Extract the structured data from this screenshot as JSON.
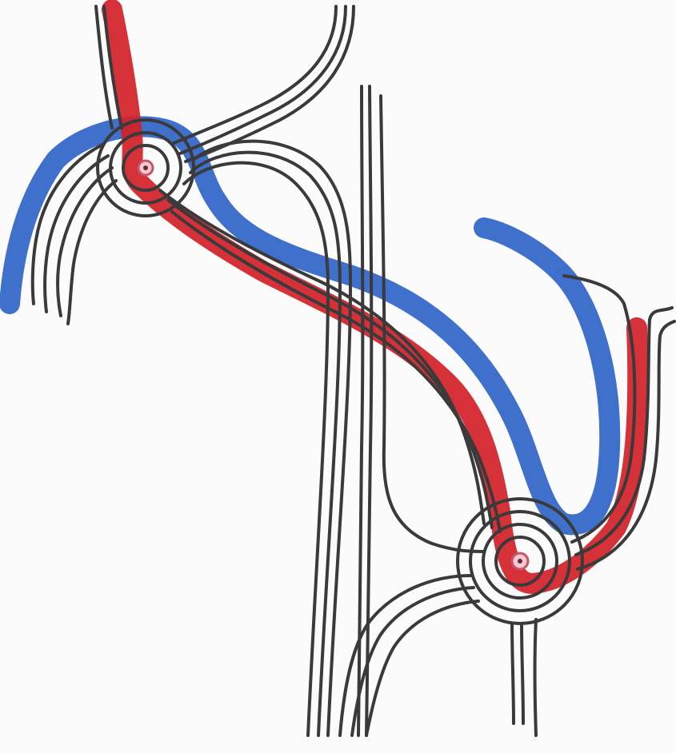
{
  "colors": {
    "paper": "#fbfbfb",
    "ink": "#3a3a3a",
    "red_route": "#d21f28",
    "blue_route": "#2f64c8",
    "roundabout_center": "#c2566a"
  },
  "elements": {
    "roundabouts": [
      "upper-left-roundabout",
      "lower-right-roundabout"
    ],
    "routes": [
      "red-route",
      "blue-route"
    ]
  }
}
